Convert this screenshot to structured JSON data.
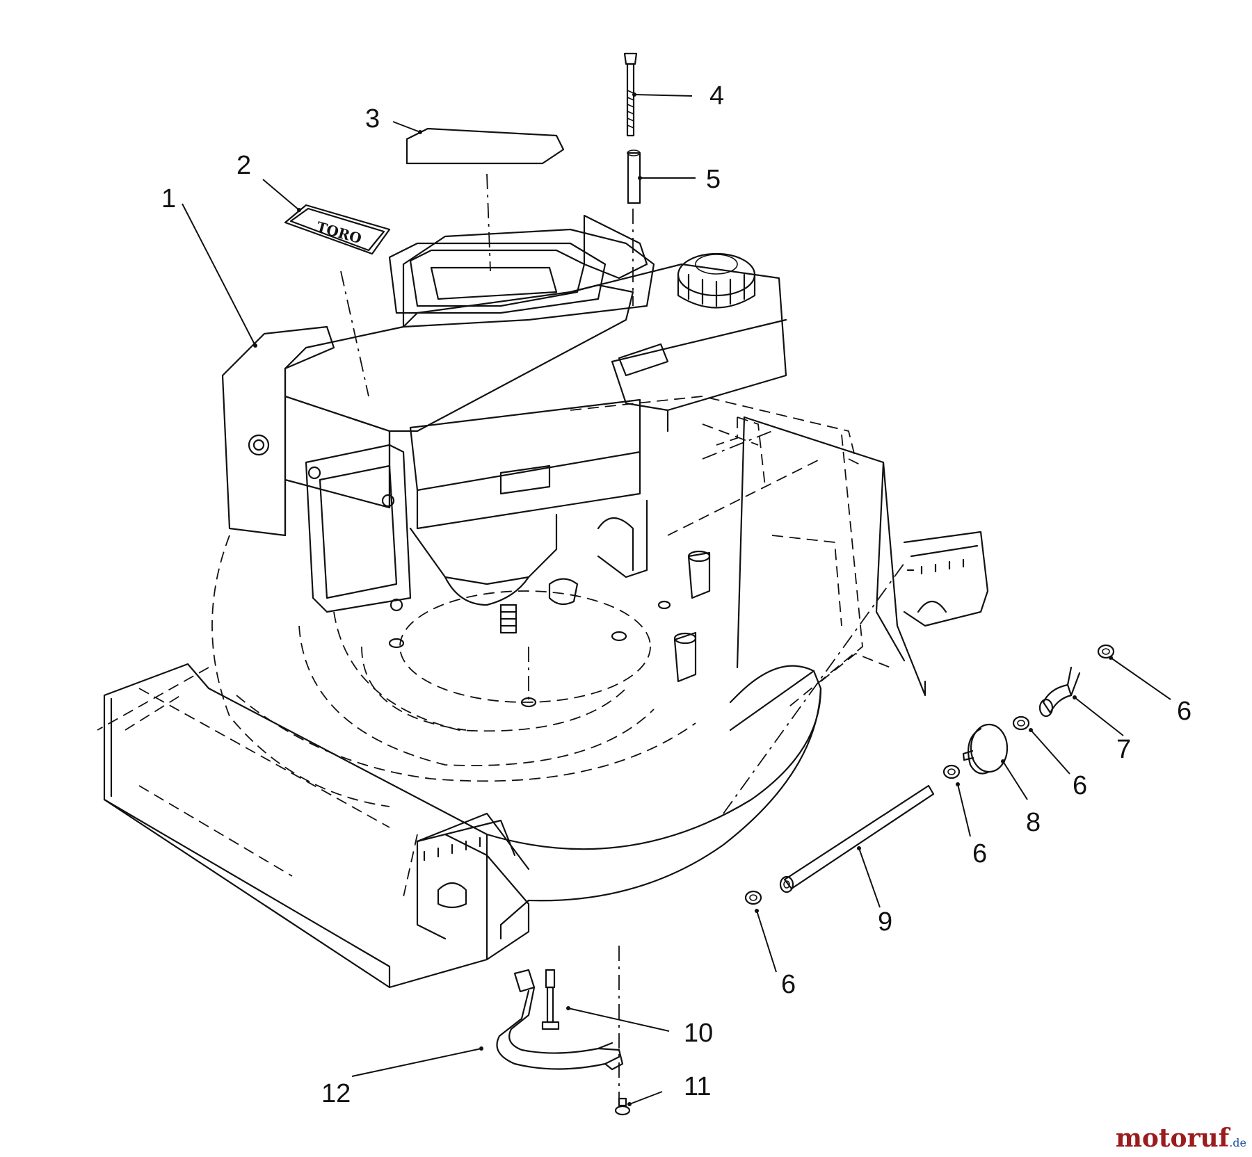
{
  "diagram": {
    "callouts": [
      {
        "id": "1",
        "label": "1"
      },
      {
        "id": "2",
        "label": "2"
      },
      {
        "id": "3",
        "label": "3"
      },
      {
        "id": "4",
        "label": "4"
      },
      {
        "id": "5",
        "label": "5"
      },
      {
        "id": "6a",
        "label": "6"
      },
      {
        "id": "7",
        "label": "7"
      },
      {
        "id": "6b",
        "label": "6"
      },
      {
        "id": "8",
        "label": "8"
      },
      {
        "id": "6c",
        "label": "6"
      },
      {
        "id": "9",
        "label": "9"
      },
      {
        "id": "6d",
        "label": "6"
      },
      {
        "id": "10",
        "label": "10"
      },
      {
        "id": "11",
        "label": "11"
      },
      {
        "id": "12",
        "label": "12"
      }
    ],
    "decal_text": "TORO",
    "colors": {
      "ink": "#111111",
      "background": "#ffffff",
      "watermark_main": "#9a1c1c",
      "watermark_accent": "#1b4fa0"
    }
  },
  "watermark": {
    "main": "motoruf",
    "suffix": ".de"
  }
}
